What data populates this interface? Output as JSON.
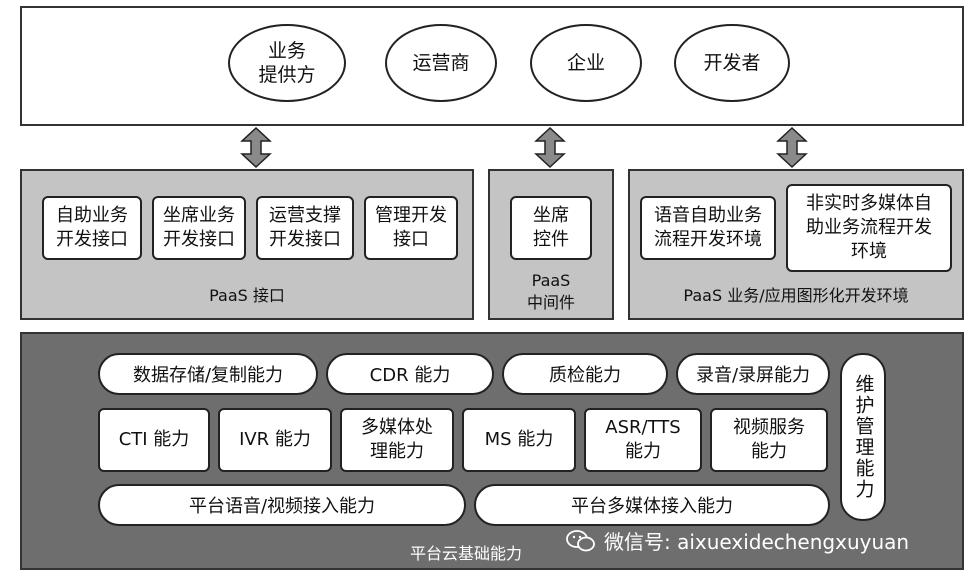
{
  "top": {
    "ellipses": [
      "业务\n提供方",
      "运营商",
      "企业",
      "开发者"
    ]
  },
  "paas_interface": {
    "boxes": [
      "自助业务\n开发接口",
      "坐席业务\n开发接口",
      "运营支撑\n开发接口",
      "管理开发\n接口"
    ],
    "label": "PaaS 接口"
  },
  "paas_middleware": {
    "box": "坐席\n控件",
    "label": "PaaS\n中间件"
  },
  "paas_env": {
    "boxes": [
      "语音自助业务\n流程开发环境",
      "非实时多媒体自\n助业务流程开发\n环境"
    ],
    "label": "PaaS 业务/应用图形化开发环境"
  },
  "platform": {
    "row1": [
      "数据存储/复制能力",
      "CDR 能力",
      "质检能力",
      "录音/录屏能力"
    ],
    "row2": [
      "CTI 能力",
      "IVR 能力",
      "多媒体处\n理能力",
      "MS 能力",
      "ASR/TTS\n能力",
      "视频服务\n能力"
    ],
    "row3": [
      "平台语音/视频接入能力",
      "平台多媒体接入能力"
    ],
    "side": "维护管理能力",
    "label": "平台云基础能力"
  },
  "watermark": {
    "text": "微信号: aixuexidechengxuyuan",
    "icon": "wechat-icon"
  },
  "colors": {
    "mid_panel": "#c4c4c4",
    "bottom_panel": "#6e6e6e",
    "arrow": "#8a8a8a"
  }
}
